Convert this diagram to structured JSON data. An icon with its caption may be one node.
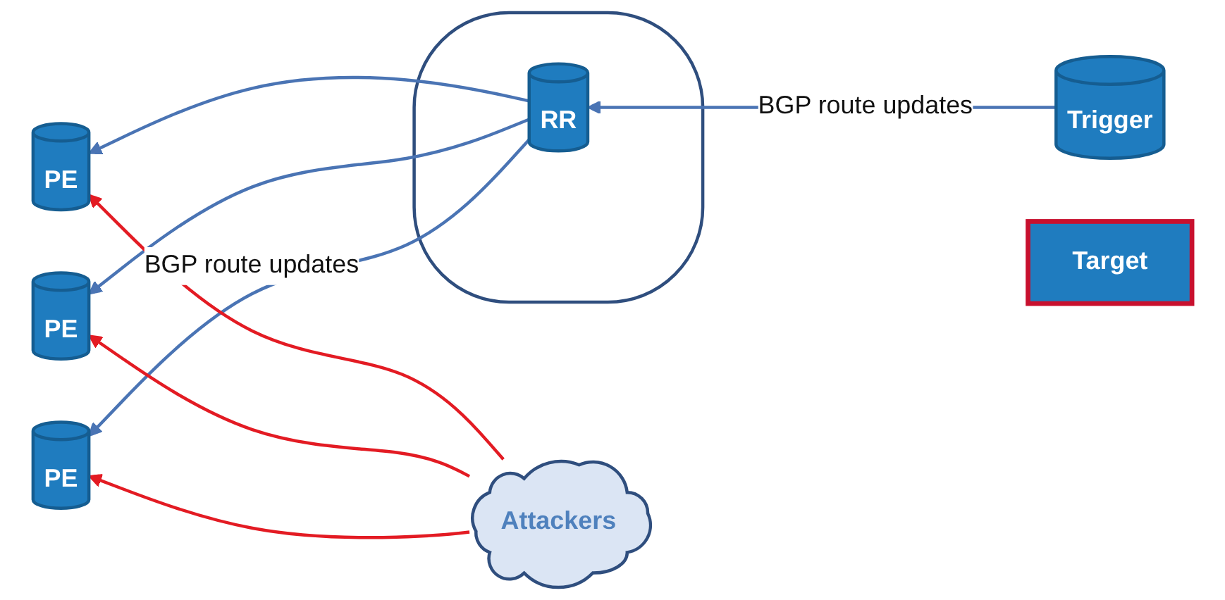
{
  "diagram": {
    "nodes": [
      {
        "text": [],
        "shape": "cloud"
      },
      {
        "text": [
          "Trigger"
        ]
      },
      {
        "text": [
          "RR"
        ],
        "in": 0
      },
      {
        "text": [
          "PE"
        ]
      },
      {
        "text": [
          "Target"
        ]
      },
      {
        "text": [
          "PE"
        ]
      },
      {
        "text": [
          "Attackers"
        ]
      },
      {
        "text": [
          "PE"
        ]
      }
    ],
    "edges": [
      {
        "from": 1,
        "to": 2,
        "arrow": "to",
        "label": "BGP route updates"
      },
      {
        "from": 2,
        "to": 3,
        "arrow": "to"
      },
      {
        "from": 2,
        "to": 5,
        "arrow": "to"
      },
      {
        "from": 2,
        "to": 7,
        "arrow": "to",
        "label": "BGP route updates"
      },
      {
        "from": 6,
        "to": 3,
        "arrow": "to",
        "color": "#e31b23"
      },
      {
        "from": 6,
        "to": 5,
        "arrow": "to",
        "color": "#e31b23"
      },
      {
        "from": 6,
        "to": 7,
        "arrow": "to",
        "color": "#e31b23"
      }
    ]
  }
}
